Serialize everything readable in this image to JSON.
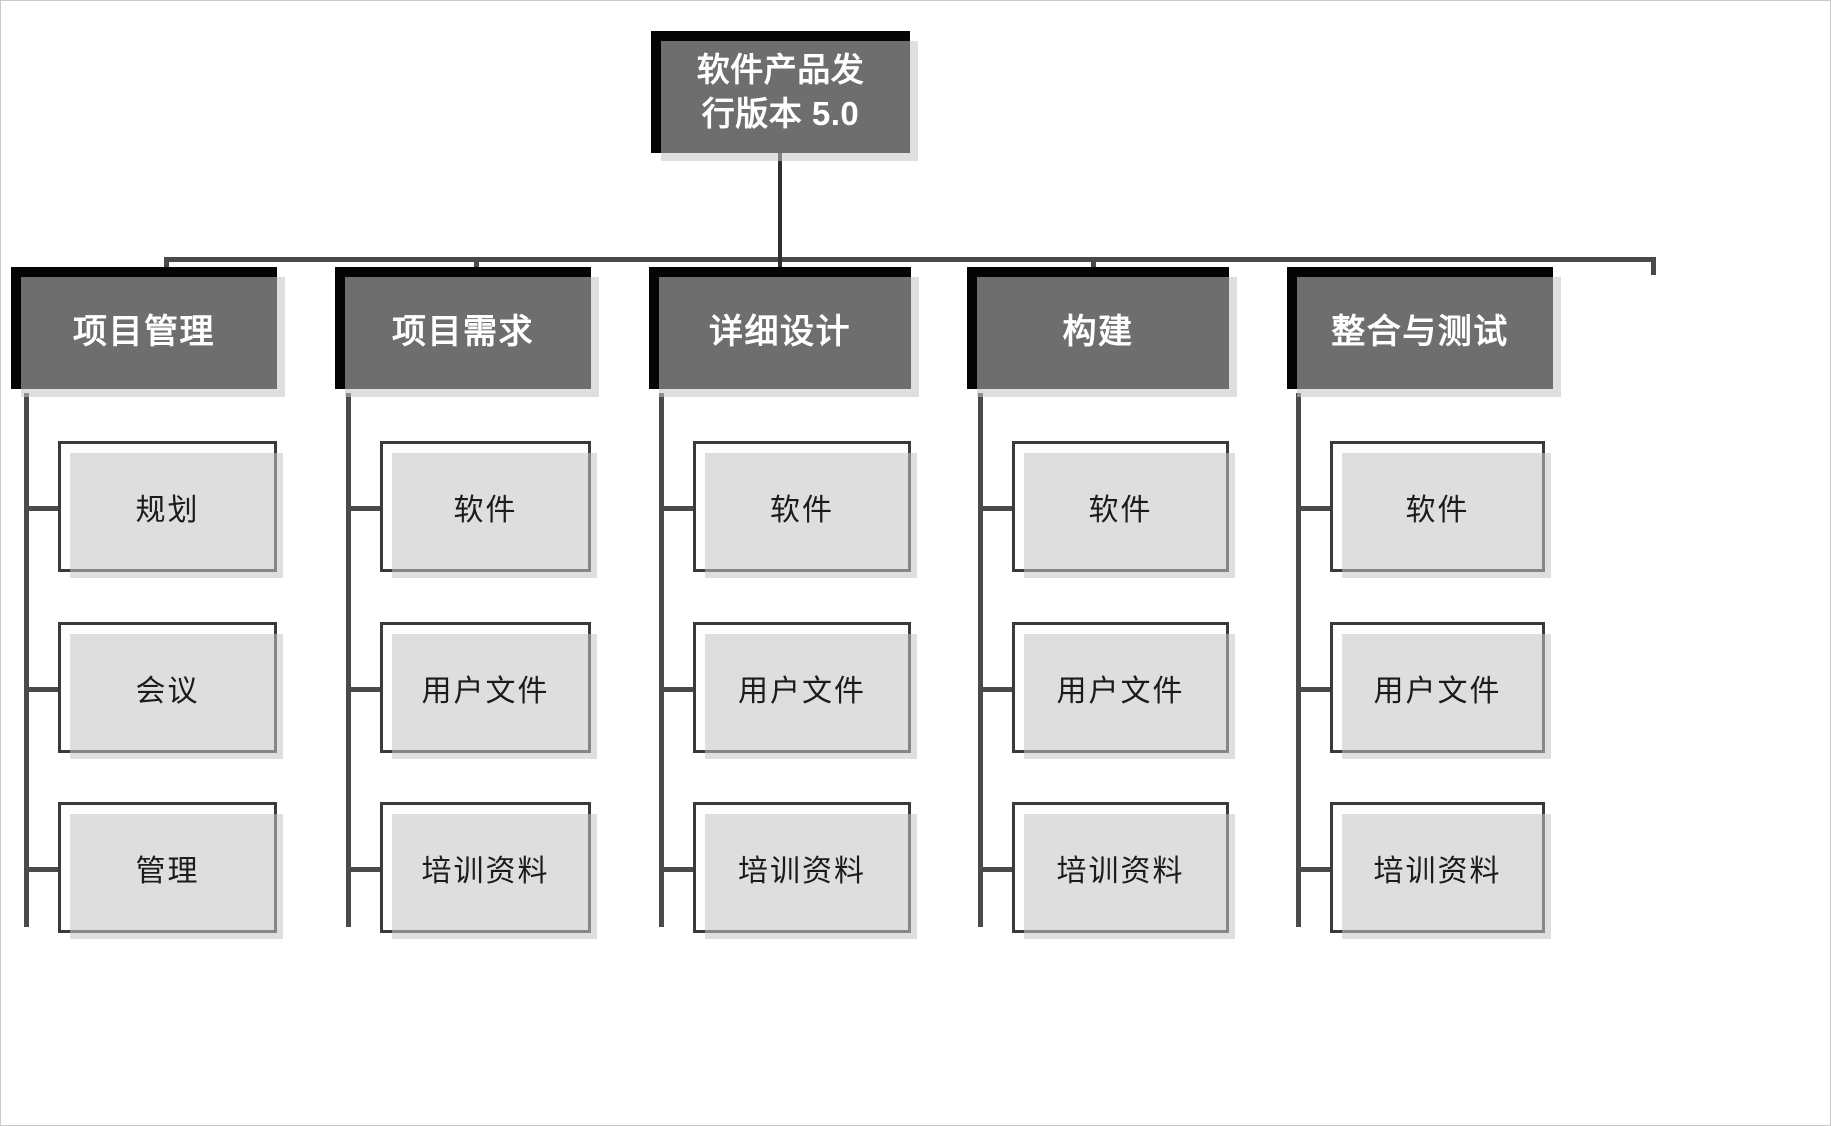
{
  "diagram": {
    "type": "work-breakdown-structure",
    "title_text": "软件产品发行版本 5.0",
    "colors": {
      "node_fill_dark": "#050505",
      "node_text_light": "#ffffff",
      "node_fill_light": "#fdfdfd",
      "node_border_light": "#3a3a3a",
      "connector": "#4a4a4a",
      "shadow": "#c4c4c4",
      "background": "#ffffff"
    },
    "root": {
      "label": "软件产品发行版本 5.0",
      "line1": "软件产品发",
      "line2": "行版本 5.0",
      "version": "5.0"
    },
    "phases": [
      {
        "label": "项目管理",
        "children": [
          {
            "label": "规划"
          },
          {
            "label": "会议"
          },
          {
            "label": "管理"
          }
        ]
      },
      {
        "label": "项目需求",
        "children": [
          {
            "label": "软件"
          },
          {
            "label": "用户文件"
          },
          {
            "label": "培训资料"
          }
        ]
      },
      {
        "label": "详细设计",
        "children": [
          {
            "label": "软件"
          },
          {
            "label": "用户文件"
          },
          {
            "label": "培训资料"
          }
        ]
      },
      {
        "label": "构建",
        "children": [
          {
            "label": "软件"
          },
          {
            "label": "用户文件"
          },
          {
            "label": "培训资料"
          }
        ]
      },
      {
        "label": "整合与测试",
        "children": [
          {
            "label": "软件"
          },
          {
            "label": "用户文件"
          },
          {
            "label": "培训资料"
          }
        ]
      }
    ]
  }
}
